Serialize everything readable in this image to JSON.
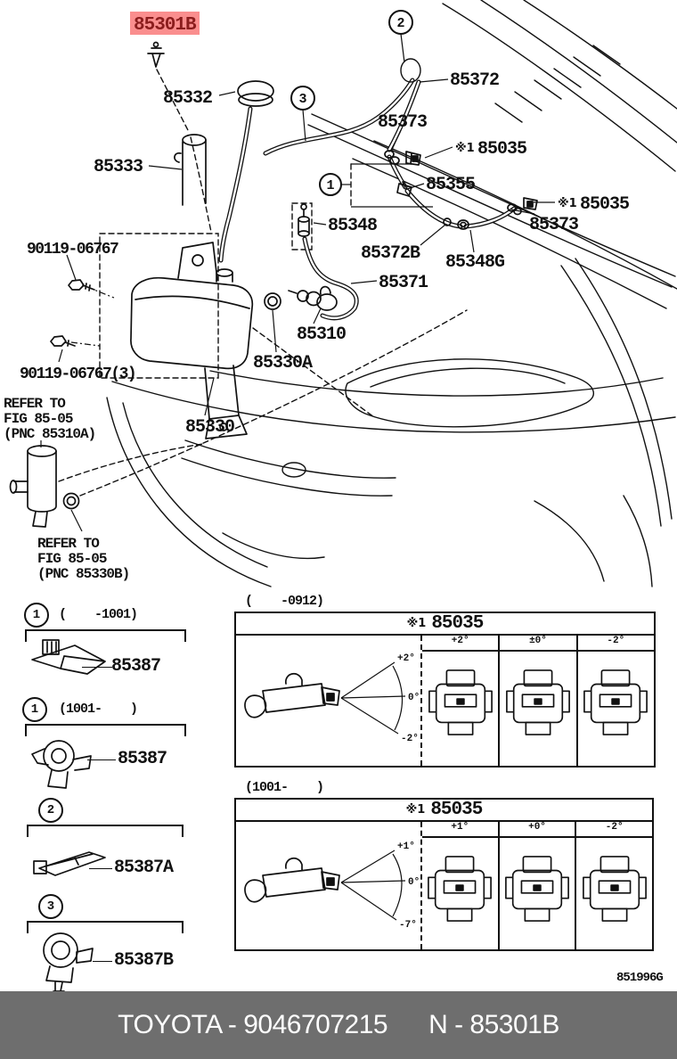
{
  "highlight": {
    "part": "85301B",
    "bg": "#fa8e8e",
    "fg": "#8b1d1d"
  },
  "diagram": {
    "callouts": {
      "c1": "1",
      "c2": "2",
      "c3": "3"
    },
    "parts": {
      "cap": "85332",
      "inlet": "85333",
      "hose_front": "85372",
      "joint": "85373",
      "ref_mark": "※1",
      "nozzle": "85035",
      "tjoint": "85355",
      "valve": "85348",
      "grommet": "85372B",
      "joint_g": "85348G",
      "hose_pump": "85371",
      "motor": "85310",
      "motor_grommet": "85330A",
      "bolt": "90119-06767",
      "bolt_3": "90119-06767(3)",
      "jar": "85330"
    },
    "refer_a": {
      "l1": "REFER TO",
      "l2": "FIG 85-05",
      "l3": "(PNC 85310A)"
    },
    "refer_b": {
      "l1": "REFER TO",
      "l2": "FIG 85-05",
      "l3": "(PNC 85330B)"
    }
  },
  "legend": {
    "items": [
      {
        "callout": "1",
        "range": "(    -1001)",
        "part": "85387"
      },
      {
        "callout": "1",
        "range": "(1001-    )",
        "part": "85387"
      },
      {
        "callout": "2",
        "range": "",
        "part": "85387A"
      },
      {
        "callout": "3",
        "range": "",
        "part": "85387B"
      }
    ]
  },
  "tables": [
    {
      "range": "(    -0912)",
      "ref": "※1",
      "part": "85035",
      "fan": [
        "+2°",
        "0°",
        "-2°"
      ],
      "columns": [
        "+2°",
        "±0°",
        "-2°"
      ]
    },
    {
      "range": "(1001-    )",
      "ref": "※1",
      "part": "85035",
      "fan": [
        "+1°",
        "0°",
        "-7°"
      ],
      "columns": [
        "+1°",
        "+0°",
        "-2°"
      ]
    }
  ],
  "footer": {
    "brand": "TOYOTA - 9046707215",
    "number": "N - 85301B",
    "code": "851996G"
  }
}
